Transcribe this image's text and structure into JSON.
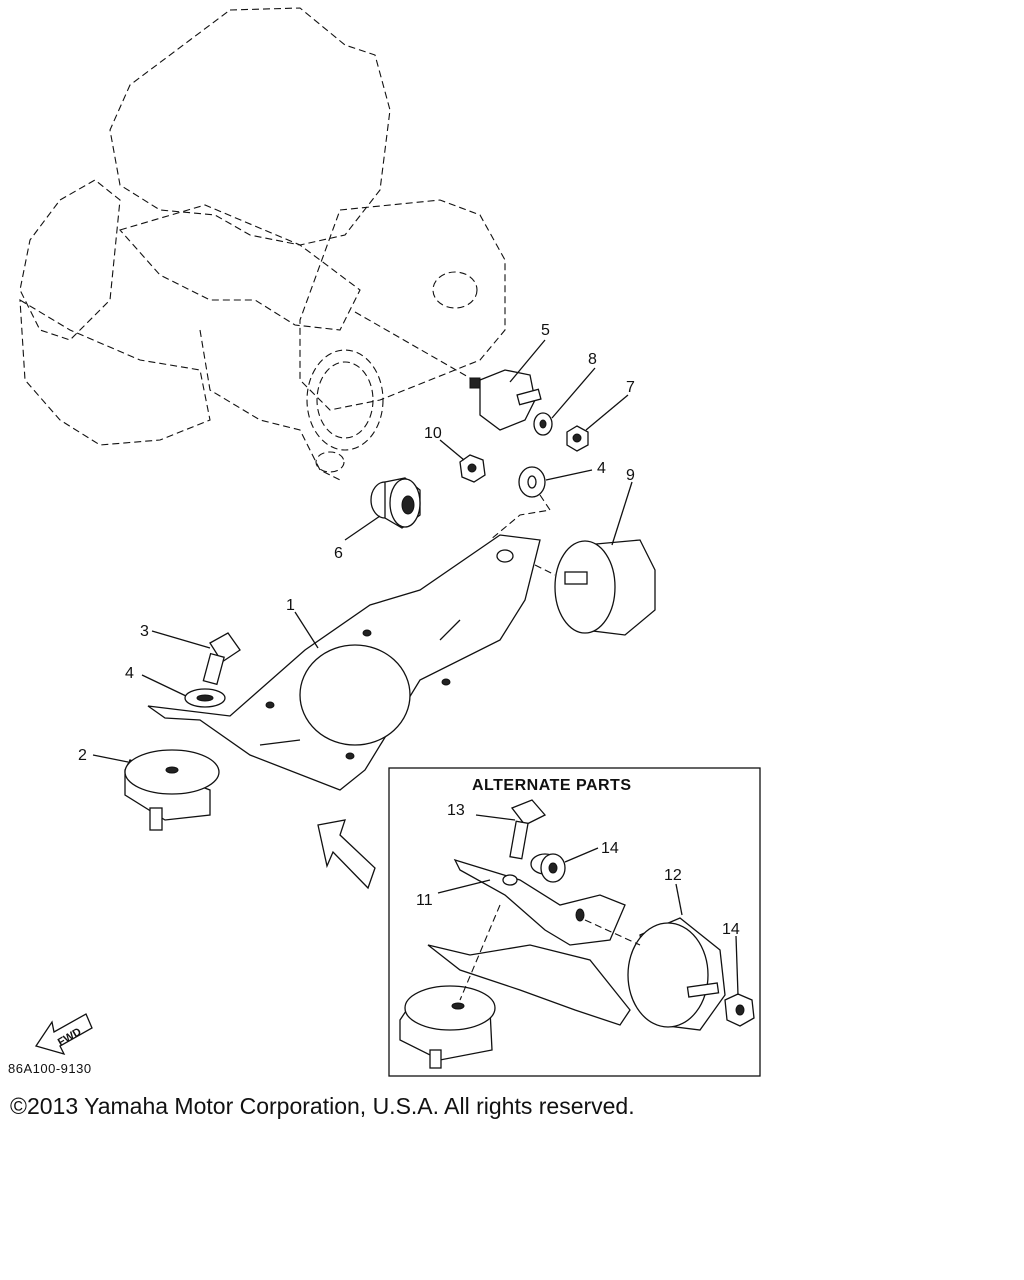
{
  "diagram": {
    "alternate_title": "ALTERNATE PARTS",
    "drawing_code": "86A100-9130",
    "fwd_label": "FWD",
    "callouts": {
      "c1": "1",
      "c2": "2",
      "c3": "3",
      "c4a": "4",
      "c4b": "4",
      "c5": "5",
      "c6": "6",
      "c7": "7",
      "c8": "8",
      "c9": "9",
      "c10": "10",
      "c11": "11",
      "c12": "12",
      "c13": "13",
      "c14a": "14",
      "c14b": "14"
    }
  },
  "footer": {
    "copyright": "©2013 Yamaha Motor Corporation, U.S.A. All rights reserved."
  }
}
